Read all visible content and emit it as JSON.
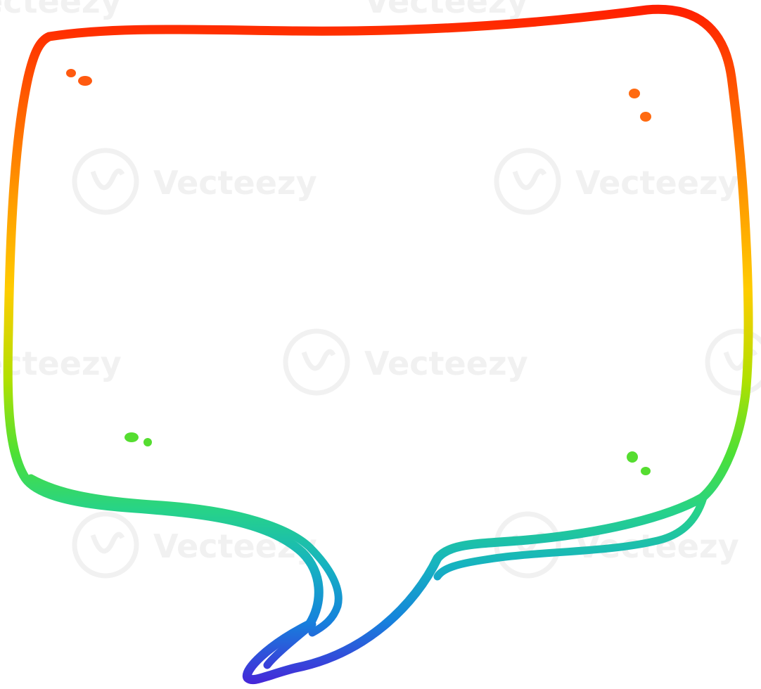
{
  "illustration": {
    "subject": "speech-bubble",
    "style": "hand-drawn outline",
    "background_color": "#ffffff",
    "stroke_gradient": [
      "#ff1a00",
      "#ff8c00",
      "#ffd200",
      "#8ee000",
      "#2fe05a",
      "#1fc7a0",
      "#148fe0",
      "#4a2fe0"
    ]
  },
  "watermark": {
    "brand": "Vecteezy"
  }
}
